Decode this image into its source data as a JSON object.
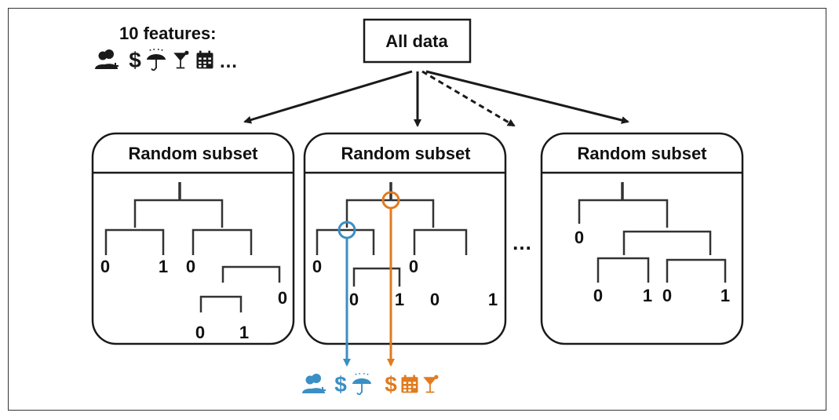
{
  "header": {
    "features_label": "10 features:",
    "ellipsis": "…"
  },
  "root": {
    "label": "All data"
  },
  "subsets": [
    {
      "title": "Random subset",
      "leaves": [
        "0",
        "1",
        "0",
        "0",
        "0",
        "1"
      ]
    },
    {
      "title": "Random subset",
      "leaves": [
        "0",
        "0",
        "0",
        "1",
        "0",
        "1"
      ]
    },
    {
      "title": "Random subset",
      "leaves": [
        "0",
        "0",
        "1",
        "0",
        "1"
      ]
    }
  ],
  "between_ellipsis": "…",
  "feature_icons": [
    "user-group-icon",
    "dollar-icon",
    "umbrella-rain-icon",
    "cocktail-icon",
    "calendar-icon"
  ],
  "split_features": {
    "blue": {
      "color": "#3a8fc4",
      "icons": [
        "user-group-icon",
        "dollar-icon",
        "umbrella-rain-icon"
      ]
    },
    "orange": {
      "color": "#e07b1f",
      "icons": [
        "dollar-icon",
        "calendar-icon",
        "cocktail-icon"
      ]
    }
  },
  "colors": {
    "ink": "#1a1a1a",
    "blue": "#3a8fc4",
    "orange": "#e07b1f"
  }
}
